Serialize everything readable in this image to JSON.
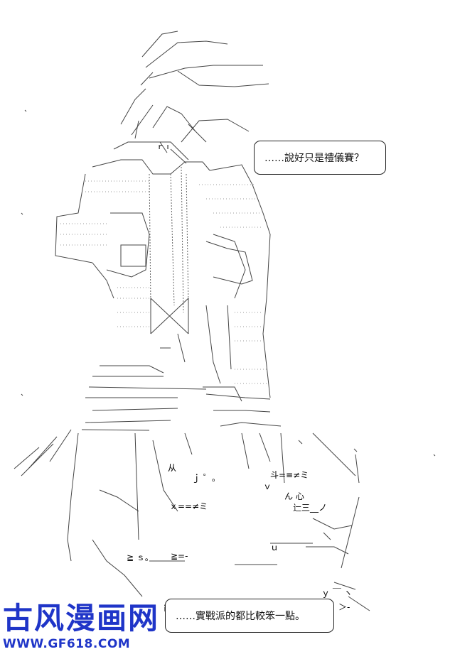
{
  "dialogue": {
    "top": "……說好只是禮儀賽？",
    "bottom": "……實戰派的都比較笨一點。"
  },
  "watermark": {
    "title": "古风漫画网",
    "url": "WWW.GF618.COM",
    "color": "#1f35c8"
  },
  "art": {
    "lettering": [
      "ｒ ı",
      "ﾄ",
      "ｊ ゜。",
      "从",
      "ｖ",
      "ん 心",
      "辷三__ノ",
      "斗=≡≠ミ",
      "ｘ==≠ミ",
      "≧ ｓ｡",
      "≧=-",
      "ｕ",
      "ｉｆ",
      "ｙ ￣ ヽ",
      "＞-"
    ]
  }
}
